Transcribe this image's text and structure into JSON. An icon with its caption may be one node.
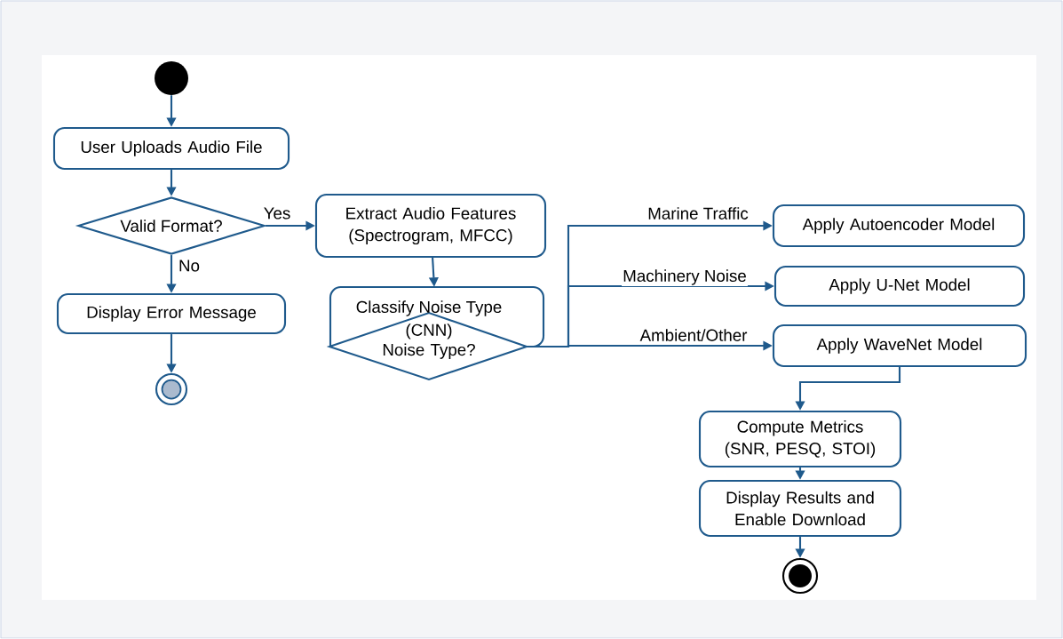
{
  "diagram": {
    "nodes": [
      {
        "text": [],
        "shape": "circle"
      },
      {
        "text": [
          "User Uploads Audio File"
        ]
      },
      {
        "text": [
          "Valid Format?"
        ]
      },
      {
        "text": [
          "Display Error Message"
        ]
      },
      {
        "text": [],
        "shape": "circle"
      },
      {
        "text": [
          "Extract Audio Features (Spectrogram, MFCC)"
        ]
      },
      {
        "text": [
          "Classify Noise Type",
          "(CNN) Noise Type?"
        ]
      },
      {
        "text": [
          "Apply Autoencoder Model"
        ]
      },
      {
        "text": [
          "Apply U-Net Model"
        ]
      },
      {
        "text": [
          "Apply WaveNet Model"
        ]
      },
      {
        "text": [
          "Compute Metrics (SNR, PESQ, STOI)"
        ]
      },
      {
        "text": [
          "Display Results and Enable Download"
        ]
      },
      {
        "text": [],
        "shape": "circle"
      }
    ],
    "edges": [
      {
        "from": 0,
        "to": 1,
        "arrow": "to"
      },
      {
        "from": 1,
        "to": 2,
        "arrow": "to"
      },
      {
        "from": 2,
        "to": 5,
        "arrow": "to",
        "label": "Yes"
      },
      {
        "from": 2,
        "to": 3,
        "arrow": "to",
        "label": "No"
      },
      {
        "from": 3,
        "to": 4,
        "arrow": "to"
      },
      {
        "from": 5,
        "to": 6,
        "arrow": "to"
      },
      {
        "from": 6,
        "to": 7,
        "arrow": "to",
        "label": "Marine Traffic"
      },
      {
        "from": 6,
        "to": 8,
        "arrow": "to",
        "label": "Machinery Noise"
      },
      {
        "from": 6,
        "to": 9,
        "arrow": "to",
        "label": "Ambient/Other"
      },
      {
        "from": 9,
        "to": 10,
        "arrow": "to"
      },
      {
        "from": 10,
        "to": 11,
        "arrow": "to"
      },
      {
        "from": 11,
        "to": 12,
        "arrow": "to"
      }
    ]
  }
}
